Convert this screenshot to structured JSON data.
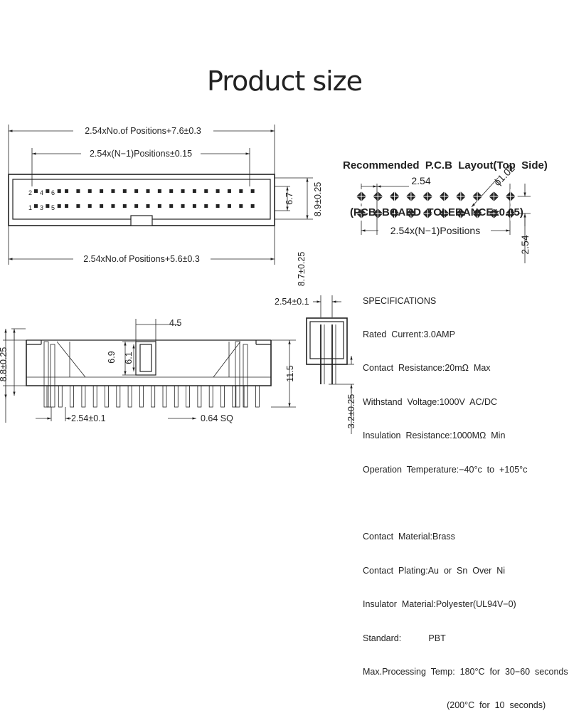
{
  "title": "Product size",
  "top_view": {
    "dim_overall": "2.54xNo.of  Positions+7.6±0.3",
    "dim_pin_span": "2.54x(N−1)Positions±0.15",
    "dim_bottom": "2.54xNo.of  Positions+5.6±0.3",
    "dim_height_inner": "6.7",
    "dim_height_outer": "8.9±0.25",
    "pin_labels": [
      "2",
      "4",
      "6",
      "1",
      "3",
      "5"
    ]
  },
  "pcb_layout": {
    "title": "Recommended  P.C.B  Layout(Top  Side)",
    "subtitle": "(PCB  BOARD  TOLERANCE±0.05)",
    "dim_pitch": "2.54",
    "dim_hole": "ϕ1.02",
    "dim_positions": "2.54x(N−1)Positions",
    "dim_row_pitch": "2.54"
  },
  "side_view": {
    "dim_height_a": "8.7±0.25",
    "dim_height_b": "8.8±0.25",
    "dim_key_width": "4.5",
    "dim_key_69": "6.9",
    "dim_key_61": "6.1",
    "dim_pitch": "2.54±0.1",
    "dim_pin": "0.64  SQ"
  },
  "end_view": {
    "dim_pitch": "2.54±0.1",
    "dim_height": "11.5",
    "dim_tail": "3.2±0.25"
  },
  "specifications": {
    "heading": "SPECIFICATIONS",
    "lines": [
      "Rated  Current:3.0AMP",
      "Contact  Resistance:20mΩ  Max",
      "Withstand  Voltage:1000V  AC/DC",
      "Insulation  Resistance:1000MΩ  Min",
      "Operation  Temperature:−40°c  to  +105°c",
      "",
      "Contact  Material:Brass",
      "Contact  Plating:Au  or  Sn  Over  Ni",
      "Insulator  Material:Polyester(UL94V−0)",
      "Standard:           PBT",
      "Max.Processing  Temp:  180°C  for  30−60  seconds",
      "                                  (200°C  for  10  seconds)"
    ]
  }
}
